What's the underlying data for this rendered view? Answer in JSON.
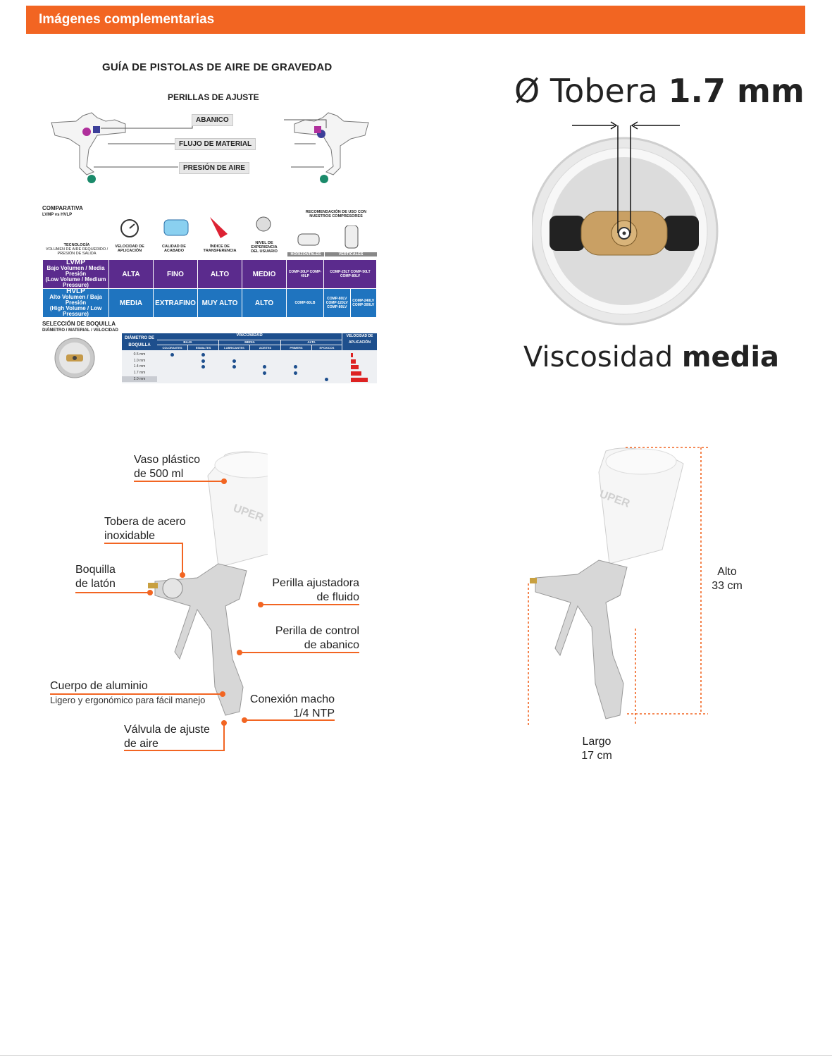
{
  "header": {
    "title": "Imágenes complementarias",
    "color": "#f26522"
  },
  "guide": {
    "title": "GUÍA DE PISTOLAS DE AIRE DE GRAVEDAD",
    "adjust_title": "PERILLAS DE AJUSTE",
    "knobs": [
      "ABANICO",
      "FLUJO DE MATERIAL",
      "PRESIÓN DE AIRE"
    ],
    "comparison_title": "COMPARATIVA",
    "comparison_sub": "LVMP vs HVLP",
    "columns": [
      "TECNOLOGÍA",
      "VELOCIDAD DE APLICACIÓN",
      "CALIDAD DE ACABADO",
      "ÍNDICE DE TRANSFERENCIA",
      "NIVEL DE EXPERIENCIA DEL USUARIO",
      "RECOMENDACIÓN DE USO CON NUESTROS COMPRESORES"
    ],
    "tech_sub": "VOLUMEN DE AIRE REQUERIDO / PRESIÓN DE SALIDA",
    "compressor_types": [
      "HORIZONTALES",
      "VERTICALES"
    ],
    "rows": [
      {
        "name": "LVMP",
        "desc": "Bajo Volumen / Media Presión",
        "desc_en": "(Low Volume / Medium Pressure)",
        "speed": "ALTA",
        "finish": "FINO",
        "transfer": "ALTO",
        "level": "MEDIO",
        "horizontal": "COMP-20LP COMP-40LP",
        "vertical": "COMP-25LT COMP-50LT COMP-80LV"
      },
      {
        "name": "HVLP",
        "desc": "Alto Volumen / Baja Presión",
        "desc_en": "(High Volume / Low Pressure)",
        "speed": "MEDIA",
        "finish": "EXTRAFINO",
        "transfer": "MUY ALTO",
        "level": "ALTO",
        "horizontal": "COMP-60LB",
        "vertical_a": "COMP-80LV COMP-120LV COMP-80LV",
        "vertical_b": "COMP-240LV COMP-300LV"
      }
    ],
    "nozzle_title": "SELECCIÓN DE BOQUILLA",
    "nozzle_sub": "DIÁMETRO / MATERIAL / VELOCIDAD",
    "nozzle_table": {
      "diam_header": "DIÁMETRO DE BOQUILLA",
      "visc_header": "VISCOSIDAD",
      "speed_header": "VELOCIDAD DE APLICACIÓN",
      "groups": [
        "BAJA",
        "MEDIA",
        "ALTA"
      ],
      "materials": [
        "COLORANTES",
        "ESMALTES",
        "LUBRICANTES",
        "ACEITES",
        "PRIMERS",
        "EPOXICOS"
      ],
      "sizes": [
        "0.5 mm",
        "1.0 mm",
        "1.4 mm",
        "1.7 mm",
        "2.0 mm"
      ]
    }
  },
  "nozzle": {
    "label": "Ø Tobera",
    "value": "1.7 mm",
    "viscosity_label": "Viscosidad",
    "viscosity_value": "media"
  },
  "callouts": {
    "cup": "Vaso plástico de 500 ml",
    "cup_l1": "Vaso plástico",
    "cup_l2": "de 500 ml",
    "nozzle_l1": "Tobera de acero",
    "nozzle_l2": "inoxidable",
    "tip_l1": "Boquilla",
    "tip_l2": "de latón",
    "fluid_l1": "Perilla ajustadora",
    "fluid_l2": "de fluido",
    "fan_l1": "Perilla de control",
    "fan_l2": "de abanico",
    "body": "Cuerpo de aluminio",
    "body_sub": "Ligero y ergonómico para fácil manejo",
    "conn_l1": "Conexión macho",
    "conn_l2": "1/4 NTP",
    "valve_l1": "Válvula de ajuste",
    "valve_l2": "de aire"
  },
  "dimensions": {
    "height_label": "Alto",
    "height_value": "33 cm",
    "length_label": "Largo",
    "length_value": "17 cm"
  },
  "brand": "UPER"
}
